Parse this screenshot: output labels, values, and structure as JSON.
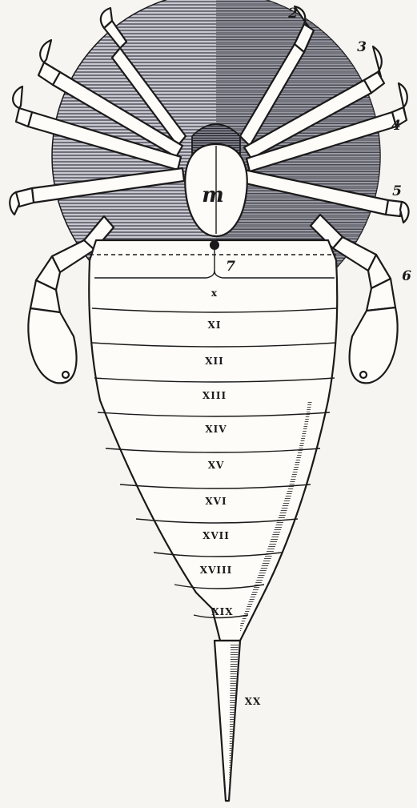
{
  "labels": {
    "mouth": "m",
    "legs": [
      "2",
      "3",
      "4",
      "5",
      "6"
    ],
    "first_segment": "7",
    "segments": [
      "x",
      "XI",
      "XII",
      "XIII",
      "XIV",
      "XV",
      "XVI",
      "XVII",
      "XVIII",
      "XIX",
      "XX"
    ]
  },
  "colors": {
    "ink": "#1a1a1a",
    "paper": "#f6f5f1",
    "shell_hatch": "#5a5a6a"
  }
}
